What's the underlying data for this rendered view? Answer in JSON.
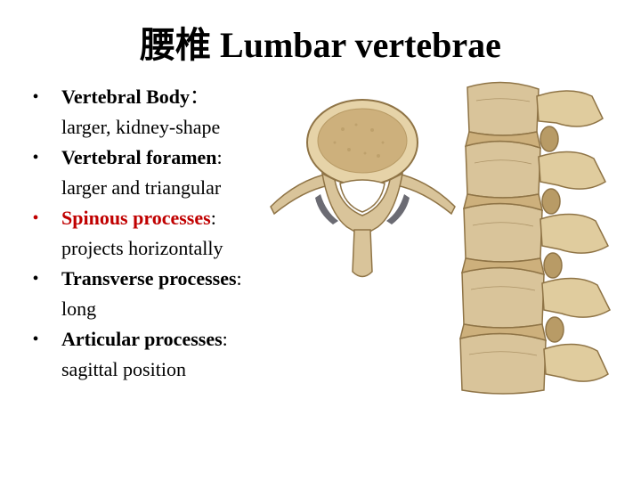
{
  "title": "腰椎 Lumbar vertebrae",
  "bullets": [
    {
      "symbol": "•",
      "head": "Vertebral Body",
      "sep": "：",
      "sub": "larger, kidney-shape",
      "color": "#000000"
    },
    {
      "symbol": "•",
      "head": "Vertebral foramen",
      "sep": ":",
      "sub": "larger and triangular",
      "color": "#000000"
    },
    {
      "symbol": "•",
      "head": "Spinous processes",
      "sep": ":",
      "sub": "projects horizontally",
      "color": "#c00000"
    },
    {
      "symbol": "•",
      "head": "Transverse processes",
      "sep": ":",
      "sub": "long",
      "color": "#000000"
    },
    {
      "symbol": "•",
      "head": "Articular processes",
      "sep": ":",
      "sub": "sagittal position",
      "color": "#000000"
    }
  ],
  "colors": {
    "bone": "#d9c49a",
    "bone_dark": "#b89b66",
    "bone_shadow": "#8f7446",
    "cartilage": "#6b6b73",
    "accent_red": "#c00000"
  },
  "icons": [
    "vertebra-superior-view-illustration",
    "lumbar-spine-lateral-view-illustration"
  ]
}
